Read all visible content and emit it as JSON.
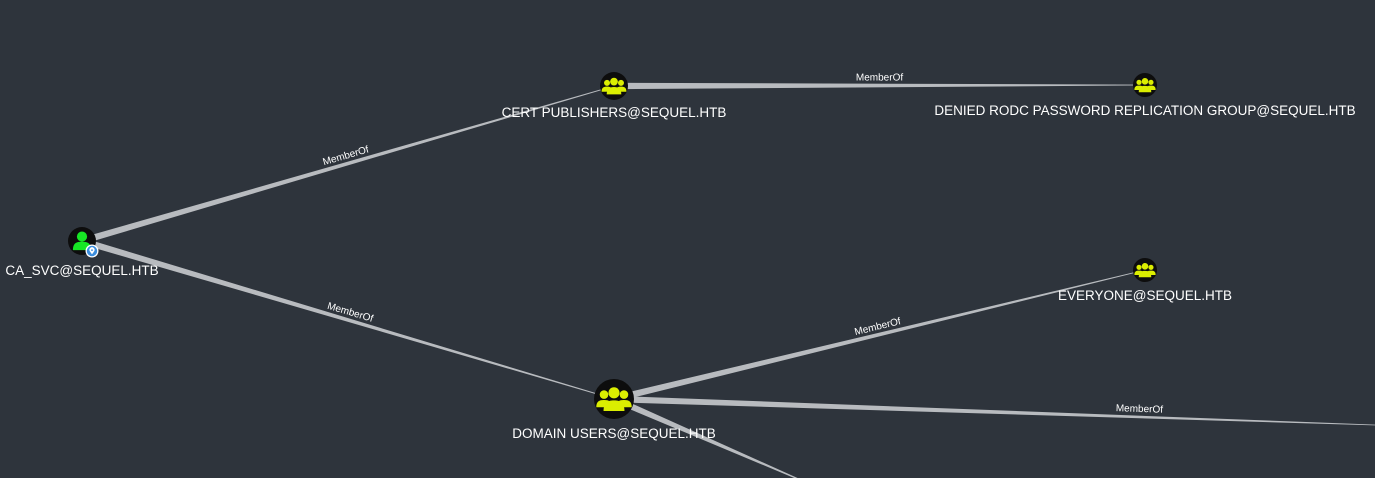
{
  "graph": {
    "nodes": [
      {
        "id": "ca_svc",
        "name": "ca-svc-user-node",
        "label": "CA_SVC@SEQUEL.HTB",
        "kind": "user",
        "icon": "user-icon",
        "color": "#17e625",
        "owned": true,
        "badge_icon": "map-pin-badge-icon",
        "badge_color": "#3a8dde"
      },
      {
        "id": "cert_pub",
        "name": "cert-publishers-group-node",
        "label": "CERT PUBLISHERS@SEQUEL.HTB",
        "kind": "group",
        "icon": "group-icon",
        "color": "#dbee01"
      },
      {
        "id": "denied_rodc",
        "name": "denied-rodc-group-node",
        "label": "DENIED RODC PASSWORD REPLICATION GROUP@SEQUEL.HTB",
        "kind": "group",
        "icon": "group-icon",
        "color": "#dbee01"
      },
      {
        "id": "everyone",
        "name": "everyone-group-node",
        "label": "EVERYONE@SEQUEL.HTB",
        "kind": "group",
        "icon": "group-icon",
        "color": "#dbee01"
      },
      {
        "id": "domain_users",
        "name": "domain-users-group-node",
        "label": "DOMAIN USERS@SEQUEL.HTB",
        "kind": "group",
        "icon": "group-icon",
        "color": "#dbee01"
      }
    ],
    "edges": [
      {
        "from": "ca_svc",
        "to": "cert_pub",
        "label": "MemberOf"
      },
      {
        "from": "ca_svc",
        "to": "domain_users",
        "label": "MemberOf"
      },
      {
        "from": "cert_pub",
        "to": "denied_rodc",
        "label": "MemberOf"
      },
      {
        "from": "domain_users",
        "to": "everyone",
        "label": "MemberOf"
      },
      {
        "from": "domain_users",
        "to": "offscreen_right",
        "label": "MemberOf"
      },
      {
        "from": "domain_users",
        "to": "offscreen_bottom",
        "label": ""
      }
    ],
    "colors": {
      "background": "#2e343c",
      "edge": "#b8bbbf",
      "text": "#ffffff",
      "node_disc": "#0d0d0d"
    }
  }
}
